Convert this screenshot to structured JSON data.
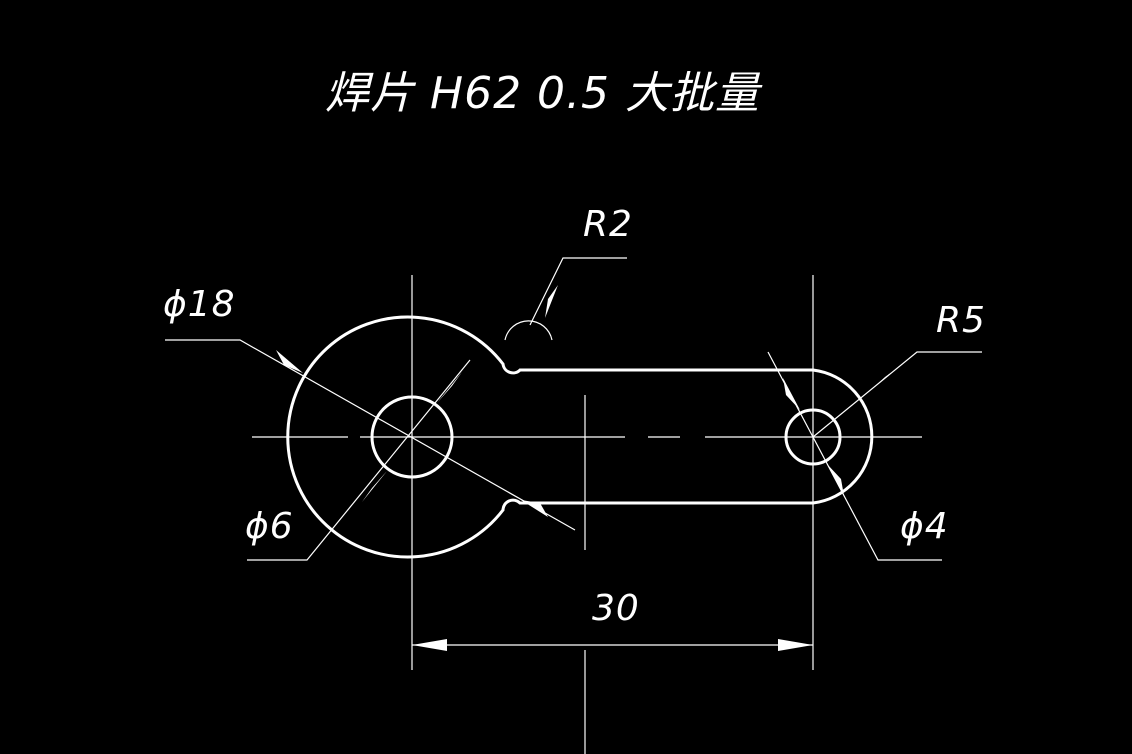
{
  "title": "焊片 H62  0.5 大批量",
  "dimensions": {
    "big_diameter": "ϕ18",
    "bore_left": "ϕ6",
    "bore_right": "ϕ4",
    "fillet_radius": "R2",
    "end_radius": "R5",
    "center_distance": "30"
  },
  "colors": {
    "background": "#000000",
    "lines": "#ffffff"
  }
}
